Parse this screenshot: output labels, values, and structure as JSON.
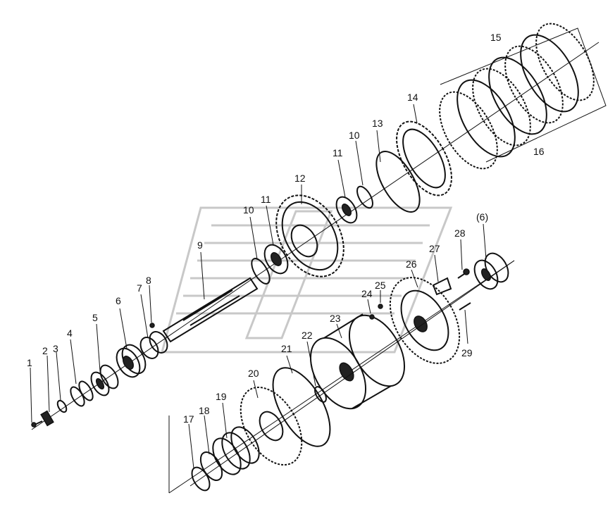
{
  "diagram": {
    "callouts": [
      {
        "id": "c1",
        "text": "1"
      },
      {
        "id": "c2",
        "text": "2"
      },
      {
        "id": "c3",
        "text": "3"
      },
      {
        "id": "c4",
        "text": "4"
      },
      {
        "id": "c5",
        "text": "5"
      },
      {
        "id": "c6",
        "text": "6"
      },
      {
        "id": "c7",
        "text": "7"
      },
      {
        "id": "c8",
        "text": "8"
      },
      {
        "id": "c9",
        "text": "9"
      },
      {
        "id": "c10a",
        "text": "10"
      },
      {
        "id": "c11a",
        "text": "11"
      },
      {
        "id": "c12",
        "text": "12"
      },
      {
        "id": "c11b",
        "text": "11"
      },
      {
        "id": "c10b",
        "text": "10"
      },
      {
        "id": "c13",
        "text": "13"
      },
      {
        "id": "c14",
        "text": "14"
      },
      {
        "id": "c15",
        "text": "15"
      },
      {
        "id": "c16",
        "text": "16"
      },
      {
        "id": "c17",
        "text": "17"
      },
      {
        "id": "c18",
        "text": "18"
      },
      {
        "id": "c19",
        "text": "19"
      },
      {
        "id": "c20",
        "text": "20"
      },
      {
        "id": "c21",
        "text": "21"
      },
      {
        "id": "c22",
        "text": "22"
      },
      {
        "id": "c23",
        "text": "23"
      },
      {
        "id": "c24",
        "text": "24"
      },
      {
        "id": "c25",
        "text": "25"
      },
      {
        "id": "c26",
        "text": "26"
      },
      {
        "id": "c27",
        "text": "27"
      },
      {
        "id": "c28",
        "text": "28"
      },
      {
        "id": "c6b",
        "text": "(6)"
      },
      {
        "id": "c29",
        "text": "29"
      }
    ]
  }
}
